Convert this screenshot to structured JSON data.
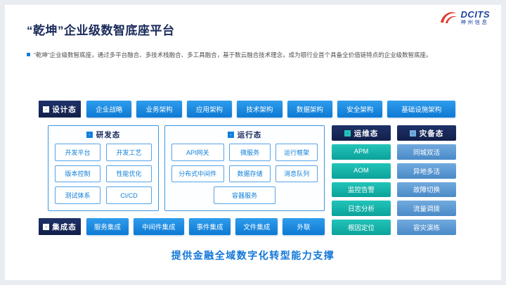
{
  "logo": {
    "brand": "DCITS",
    "company": "神州信息"
  },
  "header": {
    "title": "“乾坤”企业级数智底座平台"
  },
  "intro": {
    "text": "“乾坤”企业级数智底座，通过多平台融合、多技术栈融合、多工具融合，基于数云融合技术理念，成为银行业首个具备全价值链特点的企业级数智底座。"
  },
  "design_row": {
    "label": "设计态",
    "items": [
      "企业战略",
      "业务架构",
      "应用架构",
      "技术架构",
      "数据架构",
      "安全架构",
      "基础设施架构"
    ]
  },
  "dev_box": {
    "label": "研发态",
    "items": [
      "开发平台",
      "开发工艺",
      "版本控制",
      "性能优化",
      "测试体系",
      "CI/CD"
    ]
  },
  "run_box": {
    "label": "运行态",
    "items": [
      "API网关",
      "微服务",
      "运行框架",
      "分布式中间件",
      "数据存储",
      "消息队列",
      "容器服务"
    ]
  },
  "ops_col": {
    "label": "运维态",
    "items": [
      "APM",
      "AOM",
      "监控告警",
      "日志分析",
      "根因定位"
    ]
  },
  "dr_col": {
    "label": "灾备态",
    "items": [
      "同城双活",
      "异地多活",
      "故障切换",
      "流量调拨",
      "容灾演练"
    ]
  },
  "integration_row": {
    "label": "集成态",
    "items": [
      "服务集成",
      "中间件集成",
      "事件集成",
      "文件集成",
      "外联"
    ]
  },
  "footer": {
    "text": "提供金融全域数字化转型能力支撑"
  },
  "colors": {
    "accent_blue": "#1080dc",
    "navy": "#16265a",
    "teal": "#14aca3",
    "steel_blue": "#5b9bd5",
    "logo_red": "#e0392d",
    "logo_blue": "#2143a0"
  }
}
